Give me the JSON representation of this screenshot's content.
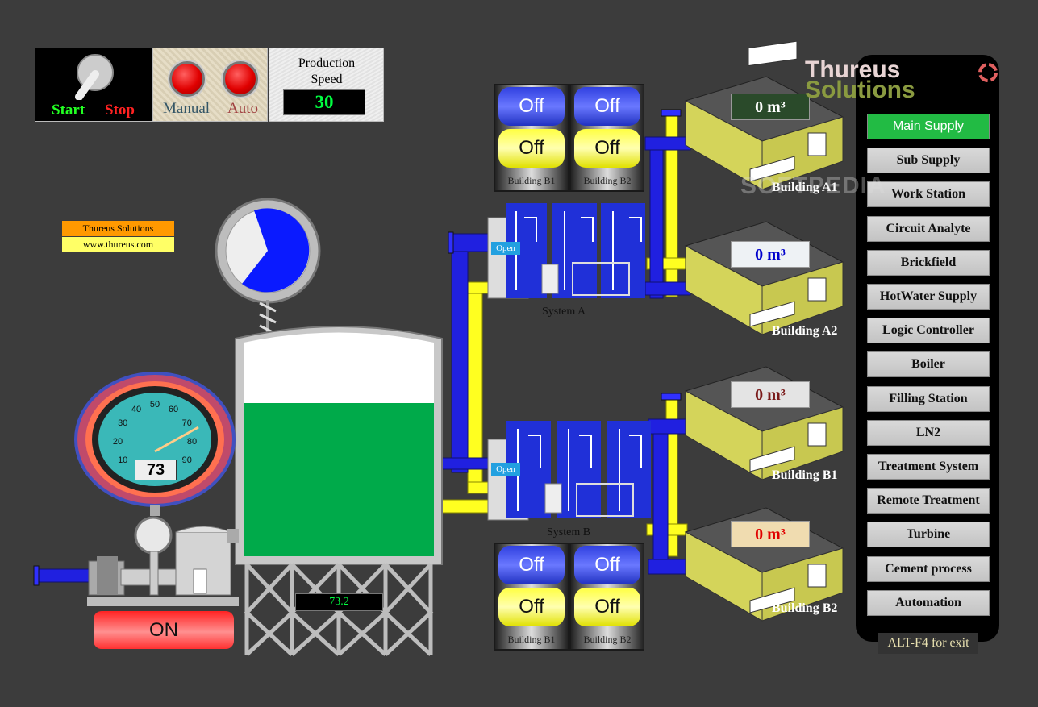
{
  "controls": {
    "start_label": "Start",
    "stop_label": "Stop",
    "manual_label": "Manual",
    "auto_label": "Auto",
    "production_speed_title": "Production Speed",
    "production_speed_value": "30"
  },
  "tag": {
    "company": "Thureus Solutions",
    "website": "www.thureus.com"
  },
  "brand": {
    "line1": "Thureus",
    "line2": "Solutions",
    "watermark": "SOFTPEDIA"
  },
  "menu": {
    "items": [
      {
        "label": "Main Supply",
        "active": true
      },
      {
        "label": "Sub Supply"
      },
      {
        "label": "Work Station"
      },
      {
        "label": "Circuit Analyte"
      },
      {
        "label": "Brickfield"
      },
      {
        "label": "HotWater Supply"
      },
      {
        "label": "Logic Controller"
      },
      {
        "label": "Boiler"
      },
      {
        "label": "Filling Station"
      },
      {
        "label": "LN2"
      },
      {
        "label": "Treatment System"
      },
      {
        "label": "Remote Treatment"
      },
      {
        "label": "Turbine"
      },
      {
        "label": "Cement process"
      },
      {
        "label": "Automation"
      }
    ],
    "exit_hint": "ALT-F4 for exit"
  },
  "switches_top": {
    "b1": {
      "blue": "Off",
      "yellow": "Off",
      "label": "Building B1"
    },
    "b2": {
      "blue": "Off",
      "yellow": "Off",
      "label": "Building B2"
    }
  },
  "switches_bottom": {
    "b1": {
      "blue": "Off",
      "yellow": "Off",
      "label": "Building B1"
    },
    "b2": {
      "blue": "Off",
      "yellow": "Off",
      "label": "Building B2"
    }
  },
  "buildings": {
    "a1": {
      "label": "Building A1",
      "reading": "0",
      "unit": "m³"
    },
    "a2": {
      "label": "Building A2",
      "reading": "0",
      "unit": "m³"
    },
    "b1": {
      "label": "Building B1",
      "reading": "0",
      "unit": "m³"
    },
    "b2": {
      "label": "Building B2",
      "reading": "0",
      "unit": "m³"
    }
  },
  "systems": {
    "a": {
      "label": "System A",
      "valve": "Open"
    },
    "b": {
      "label": "System B",
      "valve": "Open"
    }
  },
  "tank": {
    "level_value": "73.2",
    "fill_fraction": 0.73
  },
  "gauge": {
    "value": "73",
    "ticks": [
      "10",
      "20",
      "30",
      "40",
      "50",
      "60",
      "70",
      "80",
      "90"
    ]
  },
  "pump": {
    "on_label": "ON"
  },
  "colors": {
    "background": "#3c3c3c",
    "tank_liquid": "#00aa4a",
    "pipe_blue": "#2020e0",
    "pipe_yellow": "#ffff20",
    "building": "#d4d45a",
    "menu_active": "#22bb44"
  }
}
